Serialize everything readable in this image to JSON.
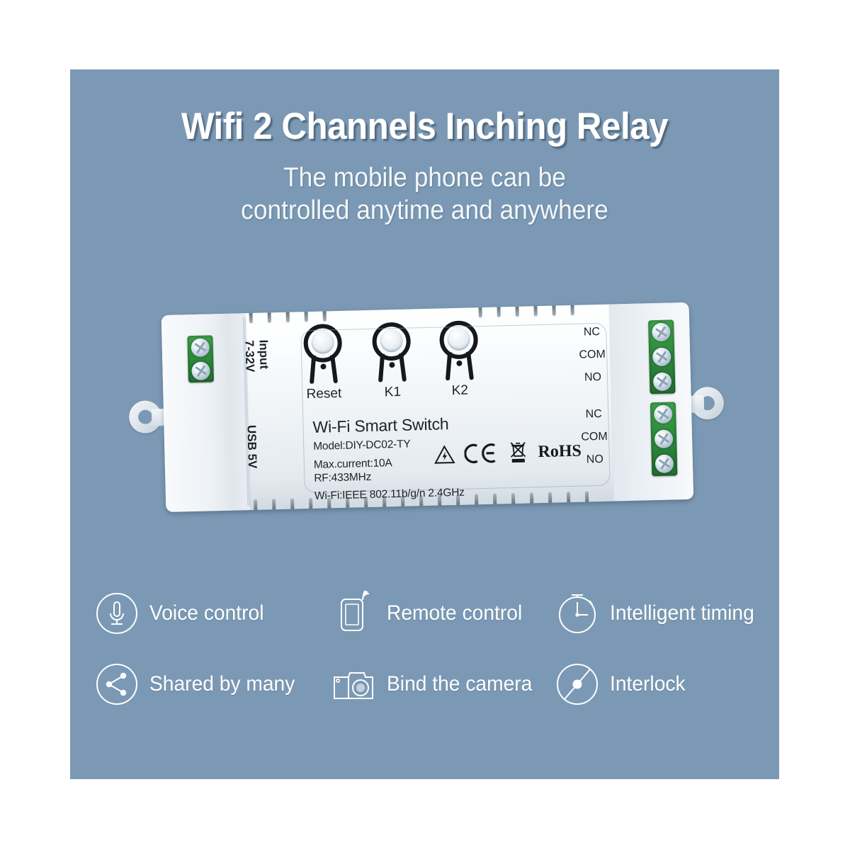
{
  "panel": {
    "background_color": "#7b99b4",
    "title": "Wifi 2 Channels Inching Relay",
    "subtitle_line1": "The mobile phone can be",
    "subtitle_line2": "controlled anytime and anywhere"
  },
  "device": {
    "product_name": "Wi-Fi Smart Switch",
    "spec_lines": [
      "Model:DIY-DC02-TY",
      "Max.current:10A",
      "RF:433MHz",
      "Wi-Fi:IEEE 802.11b/g/n 2.4GHz"
    ],
    "rohs_label": "RoHS",
    "side_labels": {
      "input": "Input",
      "input_voltage": "7-32V",
      "usb": "USB 5V"
    },
    "buttons": [
      {
        "label": "Reset"
      },
      {
        "label": "K1"
      },
      {
        "label": "K2"
      }
    ],
    "terminal_labels_top": [
      "NC",
      "COM",
      "NO"
    ],
    "terminal_labels_bottom": [
      "NC",
      "COM",
      "NO"
    ],
    "terminal_color": "#2e8b3c",
    "case_color": "#f0f4f7"
  },
  "features": {
    "row1": [
      {
        "icon": "microphone-icon",
        "label": "Voice control"
      },
      {
        "icon": "phone-wifi-icon",
        "label": "Remote control"
      },
      {
        "icon": "clock-icon",
        "label": "Intelligent timing"
      }
    ],
    "row2": [
      {
        "icon": "share-icon",
        "label": "Shared by many"
      },
      {
        "icon": "camera-icon",
        "label": "Bind the camera"
      },
      {
        "icon": "interlock-icon",
        "label": "Interlock"
      }
    ]
  }
}
